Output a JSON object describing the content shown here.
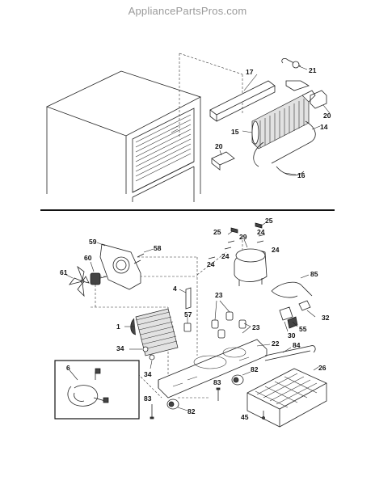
{
  "watermark": "AppliancePartsPros.com",
  "upper_section": {
    "callouts": [
      {
        "id": "c17",
        "label": "17"
      },
      {
        "id": "c21",
        "label": "21"
      },
      {
        "id": "c20a",
        "label": "20"
      },
      {
        "id": "c15",
        "label": "15"
      },
      {
        "id": "c14",
        "label": "14"
      },
      {
        "id": "c20b",
        "label": "20"
      },
      {
        "id": "c16",
        "label": "16"
      }
    ]
  },
  "lower_section": {
    "callouts": [
      {
        "id": "c25a",
        "label": "25"
      },
      {
        "id": "c25b",
        "label": "25"
      },
      {
        "id": "c24a",
        "label": "24"
      },
      {
        "id": "c29",
        "label": "29"
      },
      {
        "id": "c24b",
        "label": "24"
      },
      {
        "id": "c24c",
        "label": "24"
      },
      {
        "id": "c24d",
        "label": "24"
      },
      {
        "id": "c59",
        "label": "59"
      },
      {
        "id": "c58",
        "label": "58"
      },
      {
        "id": "c60",
        "label": "60"
      },
      {
        "id": "c61",
        "label": "61"
      },
      {
        "id": "c4",
        "label": "4"
      },
      {
        "id": "c85",
        "label": "85"
      },
      {
        "id": "c23a",
        "label": "23"
      },
      {
        "id": "c57",
        "label": "57"
      },
      {
        "id": "c1",
        "label": "1"
      },
      {
        "id": "c23b",
        "label": "23"
      },
      {
        "id": "c32",
        "label": "32"
      },
      {
        "id": "c55",
        "label": "55"
      },
      {
        "id": "c30",
        "label": "30"
      },
      {
        "id": "c22",
        "label": "22"
      },
      {
        "id": "c34a",
        "label": "34"
      },
      {
        "id": "c84",
        "label": "84"
      },
      {
        "id": "c6",
        "label": "6"
      },
      {
        "id": "c26",
        "label": "26"
      },
      {
        "id": "c34b",
        "label": "34"
      },
      {
        "id": "c82a",
        "label": "82"
      },
      {
        "id": "c83a",
        "label": "83"
      },
      {
        "id": "c83b",
        "label": "83"
      },
      {
        "id": "c82b",
        "label": "82"
      },
      {
        "id": "c45",
        "label": "45"
      }
    ]
  }
}
